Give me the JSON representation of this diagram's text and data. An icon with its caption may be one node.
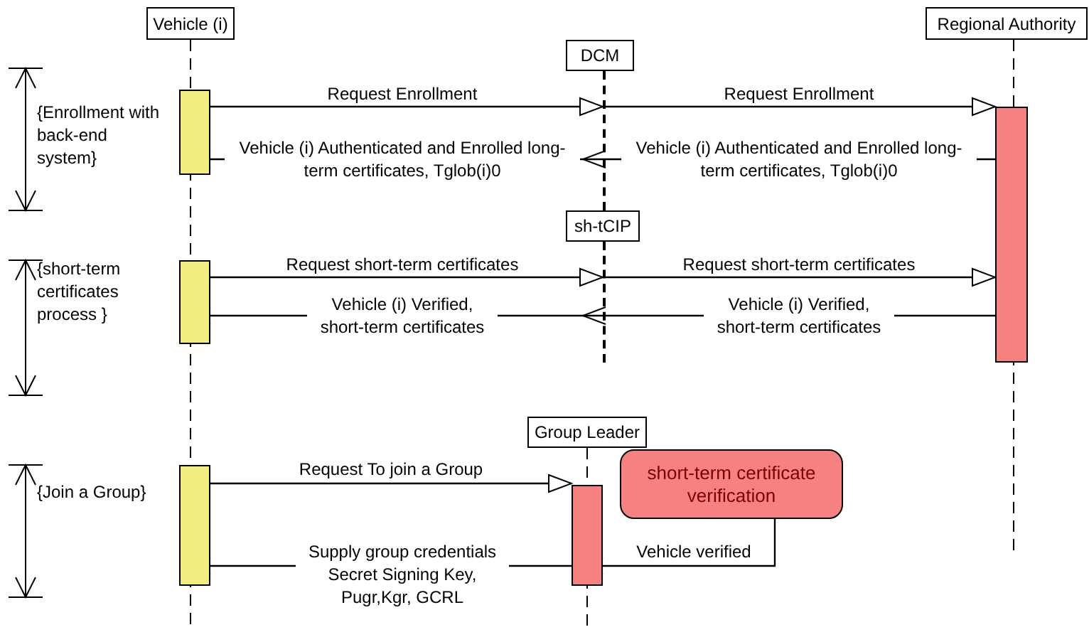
{
  "diagram": {
    "nodes": [
      {
        "text": [
          "Vehicle (i)"
        ]
      },
      {
        "text": [
          "Regional Authority"
        ]
      },
      {
        "text": [
          "DCM"
        ]
      },
      {
        "text": [],
        "shape": "line"
      },
      {
        "text": [],
        "shape": "bar"
      },
      {
        "text": [],
        "shape": "bar"
      },
      {
        "text": [
          "sh-tCIP"
        ]
      },
      {
        "text": [],
        "shape": "line"
      },
      {
        "text": [],
        "shape": "bar"
      },
      {
        "text": [
          "Group Leader"
        ]
      },
      {
        "text": [
          "short-term certificate verification"
        ]
      },
      {
        "text": [],
        "shape": "bar"
      },
      {
        "text": [],
        "shape": "bar"
      }
    ],
    "edges": [
      {
        "from": 4,
        "to": 3,
        "arrow": "to",
        "label": "Request Enrollment"
      },
      {
        "from": 3,
        "to": 5,
        "arrow": "to",
        "label": "Request Enrollment"
      },
      {
        "from": 5,
        "to": 3,
        "arrow": "to",
        "label": "Vehicle (i) Authenticated and Enrolled long-term certificates, Tglob(i)0"
      },
      {
        "from": 3,
        "to": 4,
        "arrow": "to",
        "label": "Vehicle (i) Authenticated and Enrolled long-term certificates, Tglob(i)0"
      },
      {
        "from": 8,
        "to": 7,
        "arrow": "to",
        "label": "Request short-term certificates"
      },
      {
        "from": 7,
        "to": 5,
        "arrow": "to",
        "label": "Request short-term certificates"
      },
      {
        "from": 5,
        "to": 7,
        "arrow": "to",
        "label": "Vehicle (i) Verified, short-term certificates"
      },
      {
        "from": 7,
        "to": 8,
        "arrow": "to",
        "label": "Vehicle (i) Verified, short-term certificates"
      },
      {
        "from": 11,
        "to": 12,
        "arrow": "to",
        "label": "Request To join a Group"
      },
      {
        "from": 12,
        "to": 11,
        "arrow": "to",
        "label": "Supply group credentials Secret Signing Key, Pugr,Kgr, GCRL"
      },
      {
        "from": 10,
        "to": 12,
        "arrow": "to",
        "label": "Vehicle verified"
      }
    ],
    "labels": [
      "{Enrollment with back-end system}",
      "{short-term certificates process }",
      "{Join a Group}"
    ]
  }
}
